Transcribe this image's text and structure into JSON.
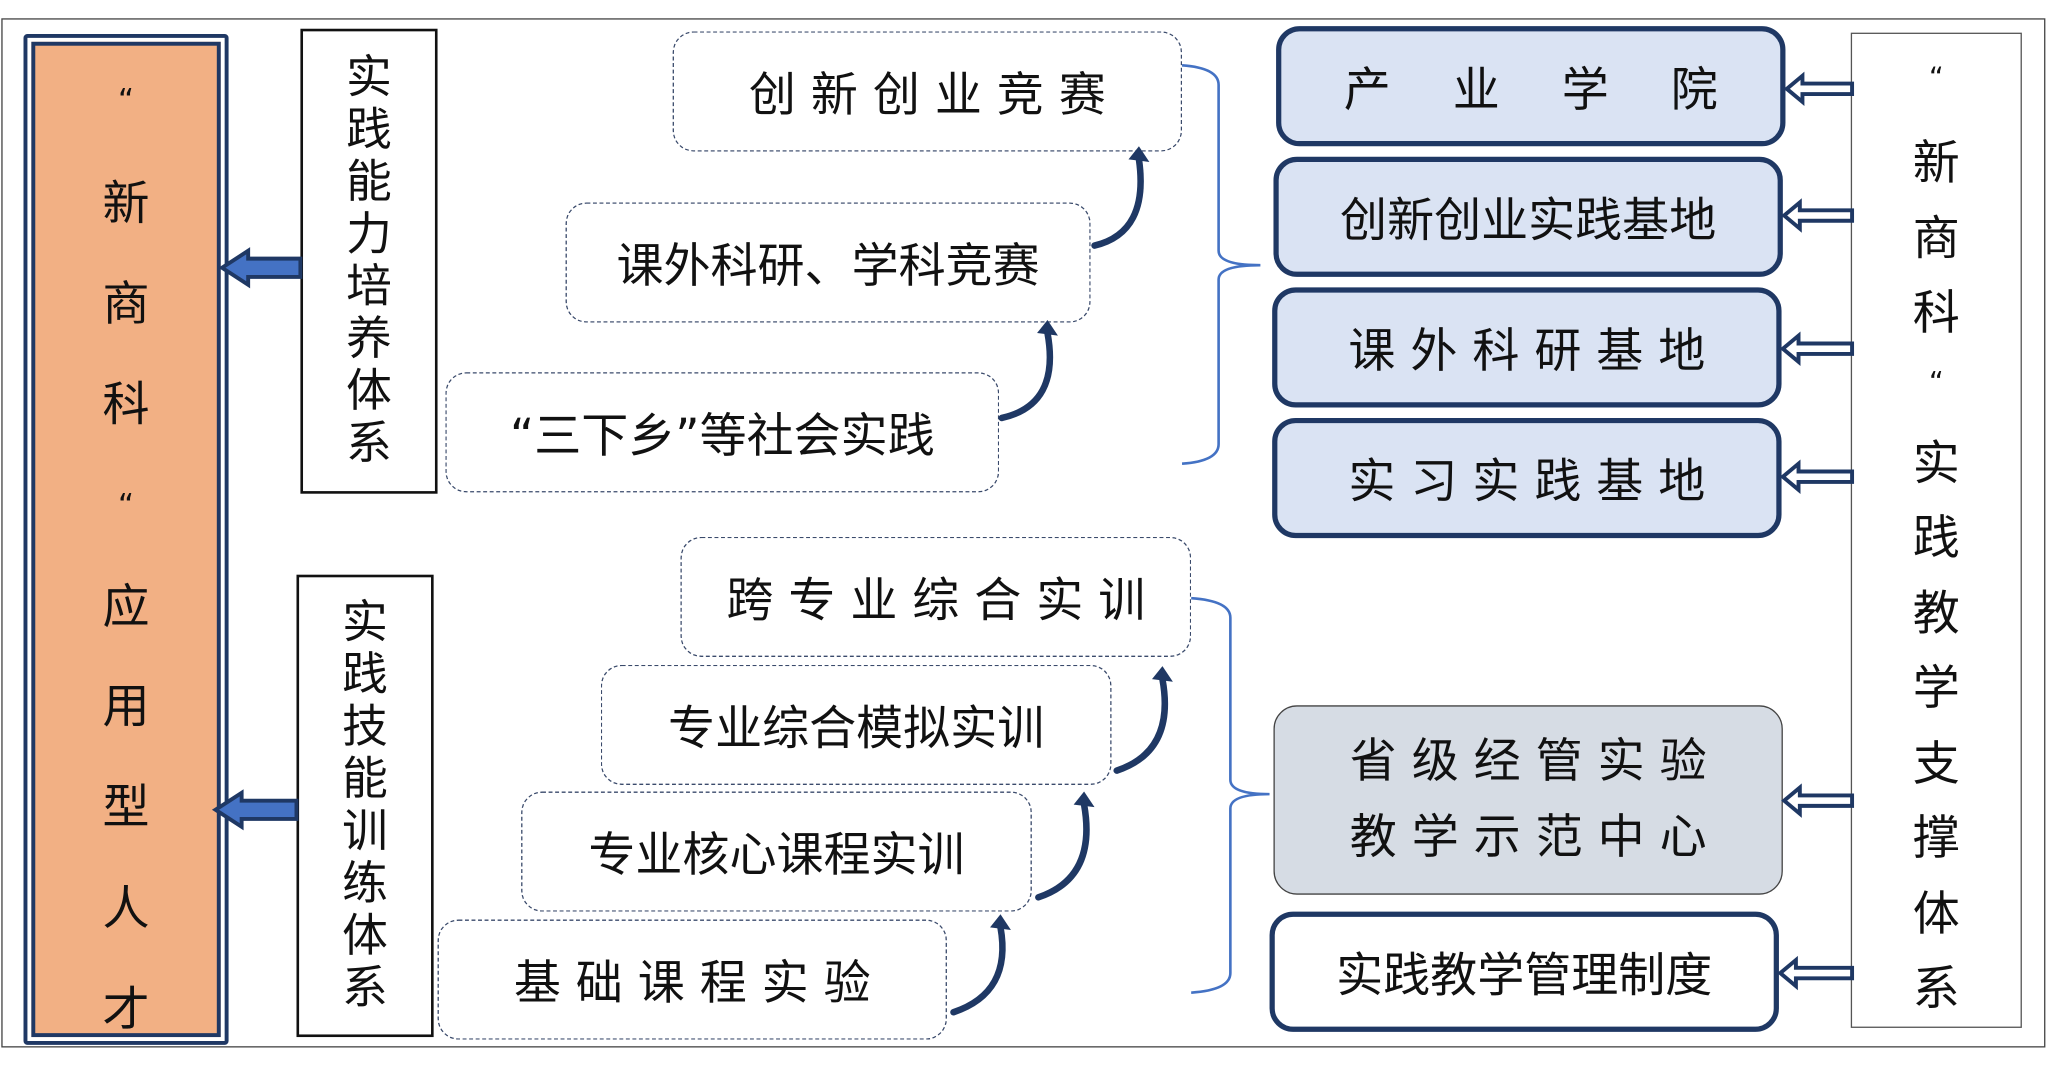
{
  "talent": {
    "chars": [
      "“",
      "新",
      "商",
      "科",
      "“",
      "应",
      "用",
      "型",
      "人",
      "才"
    ]
  },
  "ability_system": {
    "chars": [
      "实",
      "践",
      "能",
      "力",
      "培",
      "养",
      "体",
      "系"
    ]
  },
  "skill_system": {
    "chars": [
      "实",
      "践",
      "技",
      "能",
      "训",
      "练",
      "体",
      "系"
    ]
  },
  "ability_items": [
    "创 新 创 业 竞 赛",
    "课外科研、学科竞赛",
    "“三下乡”等社会实践"
  ],
  "skill_items": [
    "跨 专 业 综 合 实 训",
    "专业综合模拟实训",
    "专业核心课程实训",
    "基 础 课 程 实 验"
  ],
  "bases": [
    "产　 业 　学 　院",
    "创新创业实践基地",
    "课 外 科 研 基 地",
    "实 习 实 践 基 地"
  ],
  "center": {
    "line1": "省 级 经 管 实 验",
    "line2": "教 学 示 范 中 心"
  },
  "management": "实践教学管理制度",
  "support": {
    "chars": [
      "“",
      "新",
      "商",
      "科",
      "“",
      "实",
      "践",
      "教",
      "学",
      "支",
      "撑",
      "体",
      "系"
    ]
  },
  "colors": {
    "talent_fill": "#f2b084",
    "navy": "#1f3864",
    "base_fill": "#dae3f3",
    "center_fill": "#d6dce4",
    "brace": "#4472c4",
    "arrow_fill": "#4472c4"
  }
}
